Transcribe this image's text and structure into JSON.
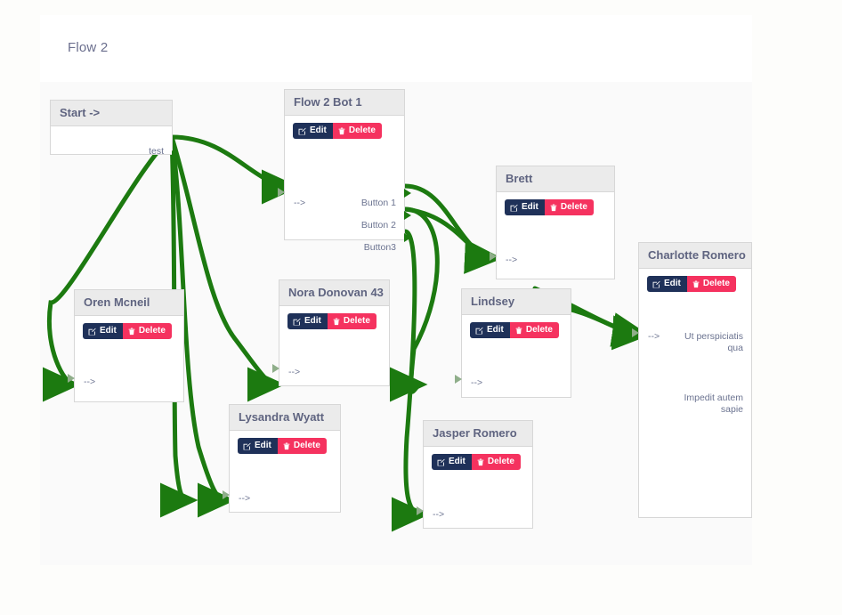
{
  "page": {
    "flow_title": "Flow 2",
    "accent_green": "#1c7a10",
    "edit_color": "#1f3159",
    "delete_color": "#f5325f",
    "node_header_bg": "#ebebeb",
    "canvas_bg": "#fafafa"
  },
  "buttons": {
    "edit_label": "Edit",
    "delete_label": "Delete",
    "edit_icon": "pencil-square-icon",
    "delete_icon": "trash-icon"
  },
  "nodes": {
    "start": {
      "title": "Start ->",
      "out_ports": [
        "test"
      ]
    },
    "bot1": {
      "title": "Flow 2 Bot 1",
      "in_port": "-->",
      "out_ports": [
        "Button 1",
        "Button 2",
        "Button3"
      ]
    },
    "oren": {
      "title": "Oren Mcneil",
      "in_port": "-->"
    },
    "nora": {
      "title": "Nora Donovan 43",
      "in_port": "-->"
    },
    "lysandra": {
      "title": "Lysandra Wyatt",
      "in_port": "-->"
    },
    "jasper": {
      "title": "Jasper Romero",
      "in_port": "-->"
    },
    "brett": {
      "title": "Brett",
      "in_port": "-->"
    },
    "lindsey": {
      "title": "Lindsey",
      "in_port": "-->"
    },
    "charlotte": {
      "title": "Charlotte Romero",
      "in_port": "-->",
      "out_ports": [
        "Ut perspiciatis qua",
        "Impedit autem sapie"
      ]
    }
  }
}
